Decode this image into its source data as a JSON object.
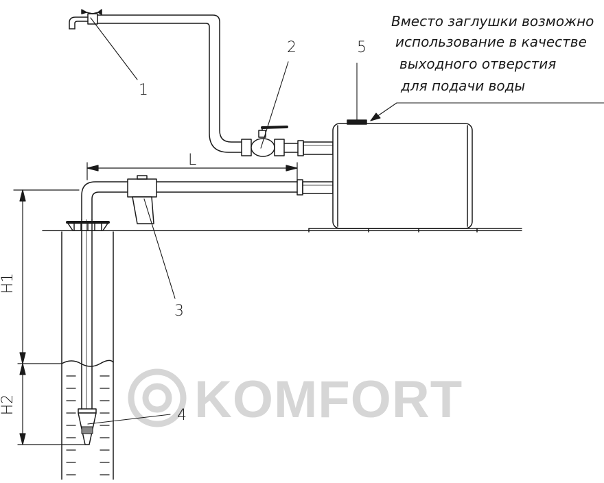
{
  "labels": {
    "faucet": "1",
    "ball_valve": "2",
    "filter": "3",
    "foot_valve": "4",
    "plug": "5",
    "length": "L",
    "height_1": "H1",
    "height_2": "H2"
  },
  "note_lines": [
    "Вместо заглушки возможно",
    "использование в качестве",
    "выходного отверстия",
    "для подачи воды"
  ],
  "watermark": {
    "text": "KOMFORT",
    "color": "#d6d6d6"
  },
  "colors": {
    "line": "#1a1a1a",
    "background": "#ffffff"
  }
}
